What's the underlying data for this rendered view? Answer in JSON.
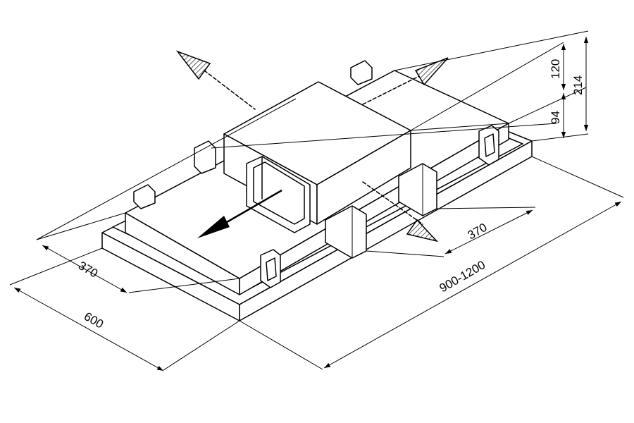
{
  "drawing": {
    "dimensions": {
      "depth_total": "600",
      "depth_outlet": "370",
      "width_outlet": "370",
      "length_range": "900-1200",
      "height_total": "214",
      "height_top": "120",
      "height_base": "94"
    },
    "colors": {
      "line": "#000000",
      "background": "#ffffff"
    }
  }
}
